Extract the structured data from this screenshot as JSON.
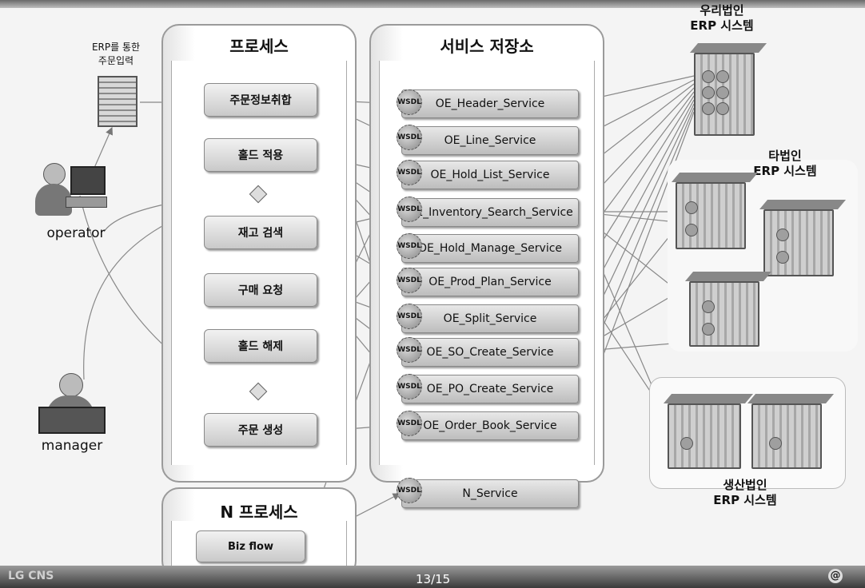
{
  "slide": {
    "page_number": "13/15",
    "logo_left": "LG CNS",
    "logo_right": "@"
  },
  "actors": {
    "erp_input_label": "ERP를 통한\n주문입력",
    "operator_label": "operator",
    "manager_label": "manager"
  },
  "process_panel": {
    "title": "프로세스",
    "steps": [
      "주문정보취합",
      "홀드 적용",
      "재고 검색",
      "구매 요청",
      "홀드 해제",
      "주문 생성"
    ]
  },
  "n_process_panel": {
    "title": "N 프로세스",
    "step": "Biz flow"
  },
  "service_panel": {
    "title": "서비스 저장소",
    "wsdl_badge": "WSDL",
    "services": [
      "OE_Header_Service",
      "OE_Line_Service",
      "OE_Hold_List_Service",
      "OE_Inventory_Search_Service",
      "OE_Hold_Manage_Service",
      "OE_Prod_Plan_Service",
      "OE_Split_Service",
      "OE_SO_Create_Service",
      "OE_PO_Create_Service",
      "OE_Order_Book_Service"
    ],
    "n_service": "N_Service"
  },
  "erp_systems": {
    "ours": "우리법인\nERP 시스템",
    "other": "타법인\nERP 시스템",
    "production": "생산법인\nERP 시스템"
  }
}
